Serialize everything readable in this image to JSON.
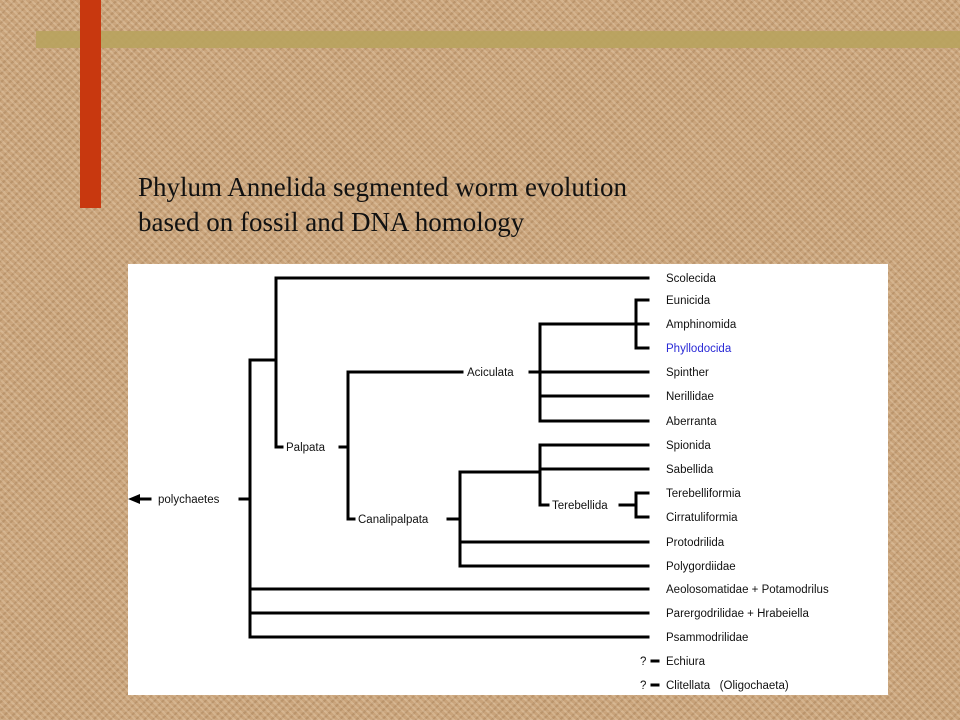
{
  "slide": {
    "title_line1": "Phylum Annelida segmented worm evolution",
    "title_line2": "based on fossil and DNA homology"
  },
  "colors": {
    "accent_red": "#c8380f",
    "accent_olive": "#b9a35e",
    "background": "#c9a37a",
    "highlight_leaf": "#2a2ad6"
  },
  "tree": {
    "root": "polychaetes",
    "nodes": {
      "palpata": "Palpata",
      "aciculata": "Aciculata",
      "canalipalpata": "Canalipalpata",
      "terebellida": "Terebellida"
    },
    "leaves": [
      "Scolecida",
      "Eunicida",
      "Amphinomida",
      "Phyllodocida",
      "Spinther",
      "Nerillidae",
      "Aberranta",
      "Spionida",
      "Sabellida",
      "Terebelliformia",
      "Cirratuliformia",
      "Protodrilida",
      "Polygordiidae",
      "Aeolosomatidae + Potamodrilus",
      "Parergodrilidae + Hrabeiella",
      "Psammodrilidae",
      "Echiura",
      "Clitellata   (Oligochaeta)"
    ],
    "uncertain_mark": "?",
    "highlighted_leaf": "Phyllodocida"
  }
}
